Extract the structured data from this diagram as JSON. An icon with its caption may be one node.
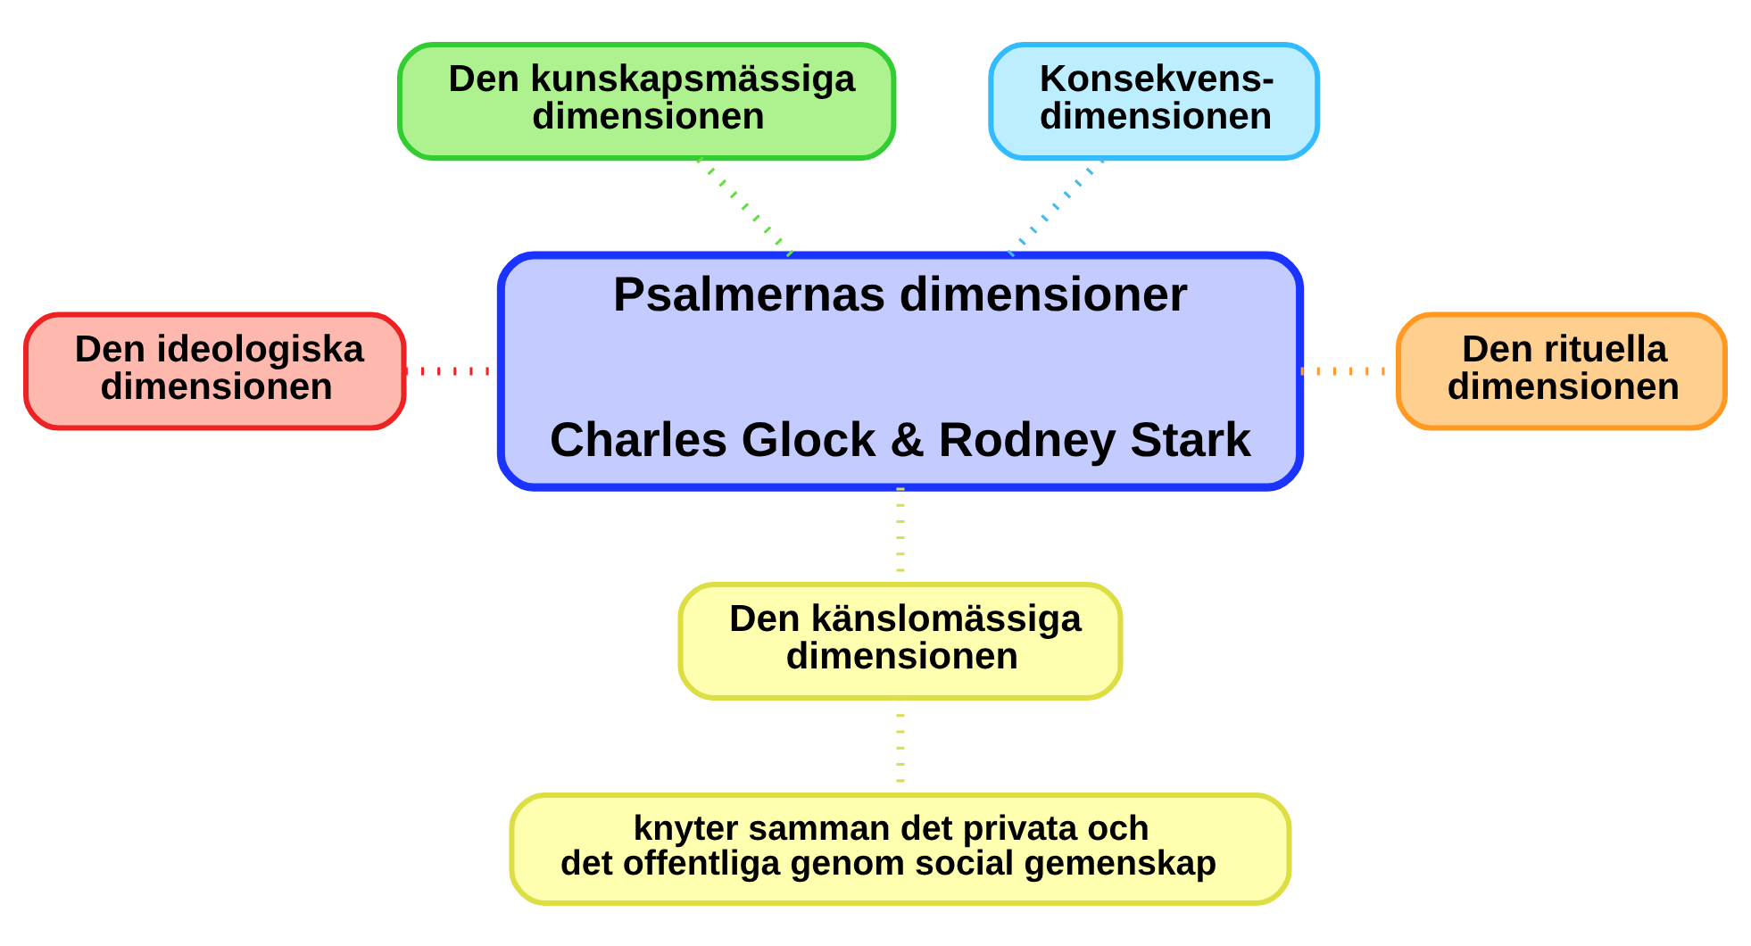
{
  "diagram": {
    "nodes": [
      {
        "text": [
          "Psalmernas dimensioner",
          "Charles Glock & Rodney Stark"
        ]
      },
      {
        "text": [
          "Den kunskapsmässiga dimensionen"
        ]
      },
      {
        "text": [
          "Konsekvens- dimensionen"
        ]
      },
      {
        "text": [
          "Den ideologiska dimensionen"
        ]
      },
      {
        "text": [
          "Den rituella dimensionen"
        ]
      },
      {
        "text": [
          "Den känslomässiga dimensionen"
        ]
      },
      {
        "text": [
          "knyter samman det privata och det offentliga genom social gemenskap"
        ]
      }
    ],
    "edges": [
      {
        "from": 1,
        "to": 0,
        "arrow": "none",
        "color": "#66dd44"
      },
      {
        "from": 2,
        "to": 0,
        "arrow": "none",
        "color": "#44bbee"
      },
      {
        "from": 3,
        "to": 0,
        "arrow": "none",
        "color": "#ee2222"
      },
      {
        "from": 0,
        "to": 4,
        "arrow": "none",
        "color": "#ff9933"
      },
      {
        "from": 0,
        "to": 5,
        "arrow": "none",
        "color": "#dddd55"
      },
      {
        "from": 5,
        "to": 6,
        "arrow": "none",
        "color": "#dddd55"
      }
    ]
  }
}
